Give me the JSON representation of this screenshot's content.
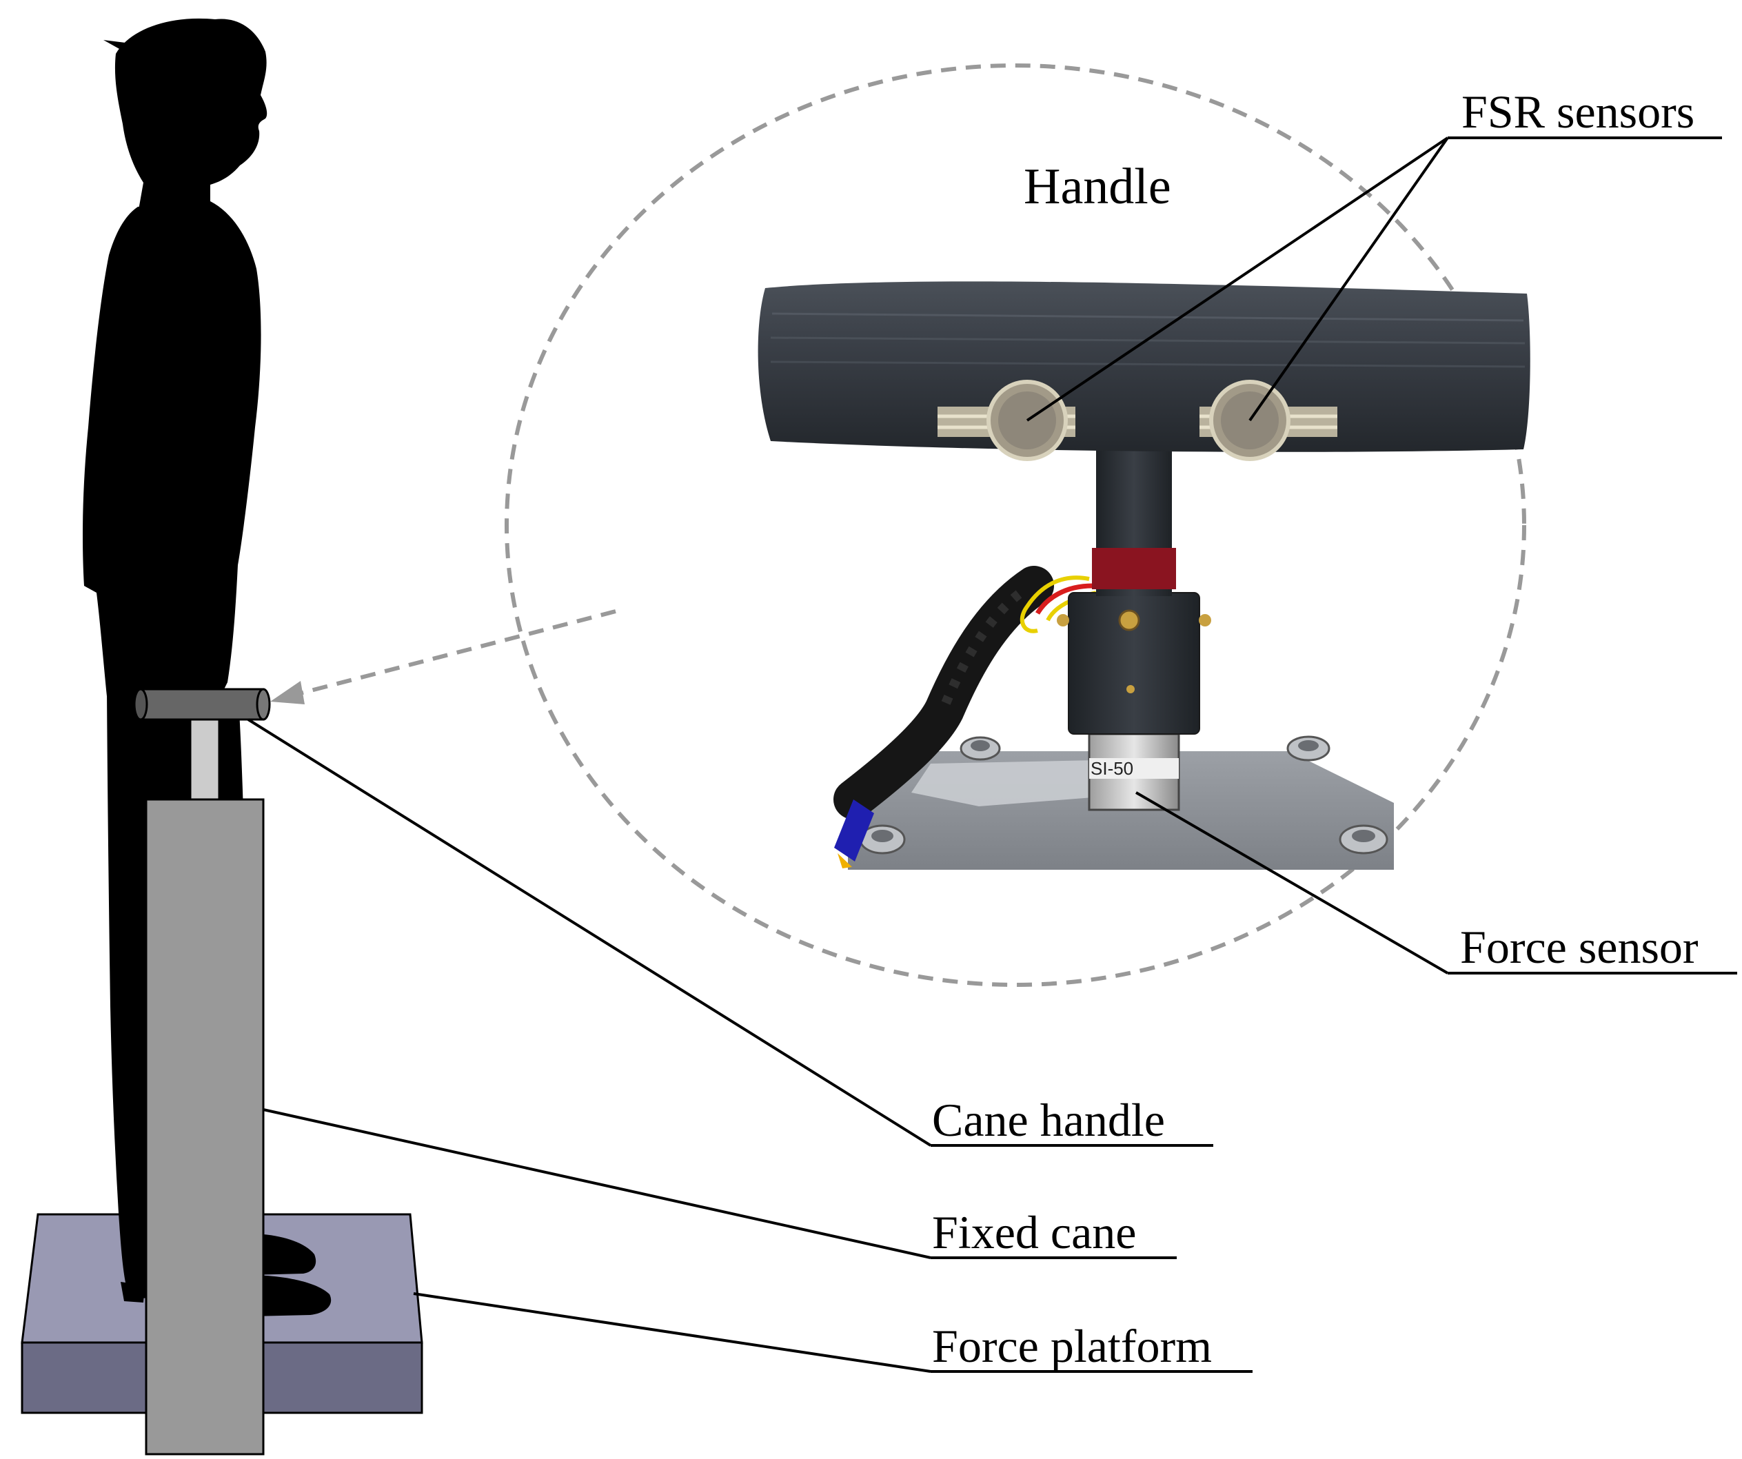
{
  "labels": {
    "fsr_sensors": "FSR sensors",
    "handle": "Handle",
    "force_sensor": "Force sensor",
    "cane_handle": "Cane handle",
    "fixed_cane": "Fixed cane",
    "force_platform": "Force platform"
  },
  "photo_text": {
    "sensor_print": "SI-50"
  },
  "colors": {
    "silhouette": "#000000",
    "cane": "#999999",
    "cane_handle": "#666666",
    "cane_shaft": "#cccccc",
    "platform_top": "#9999b3",
    "platform_front": "#6b6b85",
    "dashed": "#999999",
    "handle_body": "#3a3f46",
    "metal_plate": "#8e9298"
  }
}
